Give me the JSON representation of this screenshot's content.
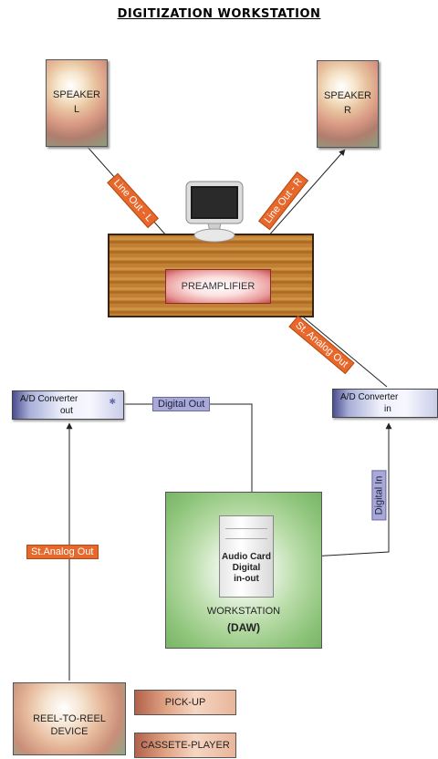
{
  "title": "DIGITIZATION WORKSTATION",
  "speaker_left": {
    "name": "SPEAKER",
    "channel": "L"
  },
  "speaker_right": {
    "name": "SPEAKER",
    "channel": "R"
  },
  "preamp": "PREAMPLIFIER",
  "adc_left": {
    "name": "A/D Converter",
    "port": "out"
  },
  "adc_right": {
    "name": "A/D Converter",
    "port": "in"
  },
  "workstation": {
    "card_line1": "Audio Card",
    "card_line2": "Digital",
    "card_line3": "in-out",
    "label": "WORKSTATION",
    "sublabel": "(DAW)"
  },
  "sources": {
    "reel": "REEL-TO-REEL DEVICE",
    "pickup": "PICK-UP",
    "cassette": "CASSETE-PLAYER"
  },
  "connections": {
    "line_out_l": "Line Out - L",
    "line_out_r": "Line Out - R",
    "st_analog_out_top": "St. Analog Out",
    "digital_out": "Digital Out",
    "digital_in": "Digital In",
    "st_analog_out_left": "St.Analog Out"
  }
}
